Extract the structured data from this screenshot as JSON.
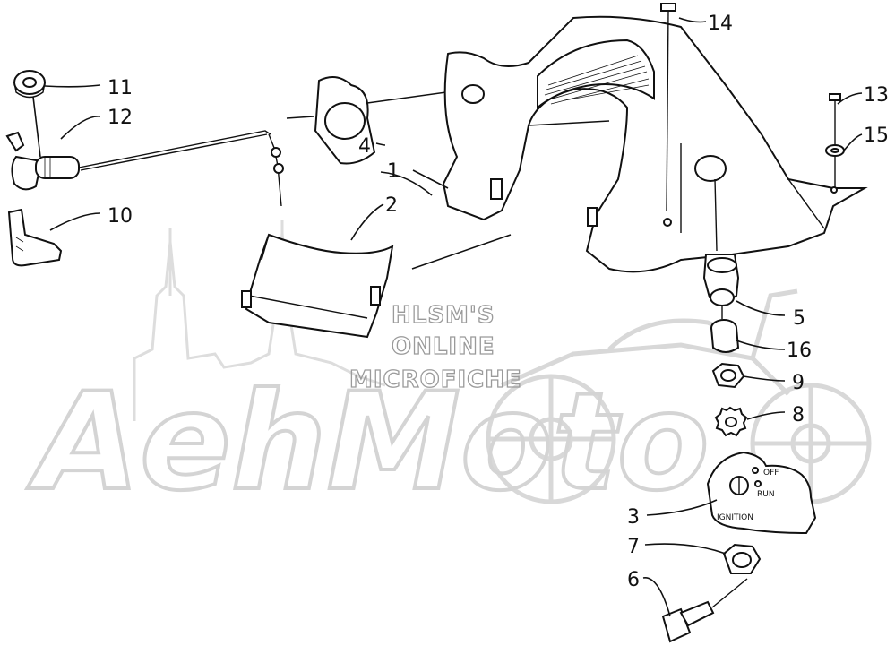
{
  "watermark": {
    "line1": "HLSM'S",
    "line2": "ONLINE",
    "line3": "MICROFICHE",
    "brand": "AehMoto"
  },
  "ignition_plate": {
    "off": "OFF",
    "run": "RUN",
    "ignition": "IGNITION"
  },
  "callouts": [
    {
      "id": "c1",
      "label": "1"
    },
    {
      "id": "c2",
      "label": "2"
    },
    {
      "id": "c3",
      "label": "3"
    },
    {
      "id": "c4",
      "label": "4"
    },
    {
      "id": "c5",
      "label": "5"
    },
    {
      "id": "c6",
      "label": "6"
    },
    {
      "id": "c7",
      "label": "7"
    },
    {
      "id": "c8",
      "label": "8"
    },
    {
      "id": "c9",
      "label": "9"
    },
    {
      "id": "c10",
      "label": "10"
    },
    {
      "id": "c11",
      "label": "11"
    },
    {
      "id": "c12",
      "label": "12"
    },
    {
      "id": "c13",
      "label": "13"
    },
    {
      "id": "c14",
      "label": "14"
    },
    {
      "id": "c15",
      "label": "15"
    },
    {
      "id": "c16",
      "label": "16"
    }
  ]
}
